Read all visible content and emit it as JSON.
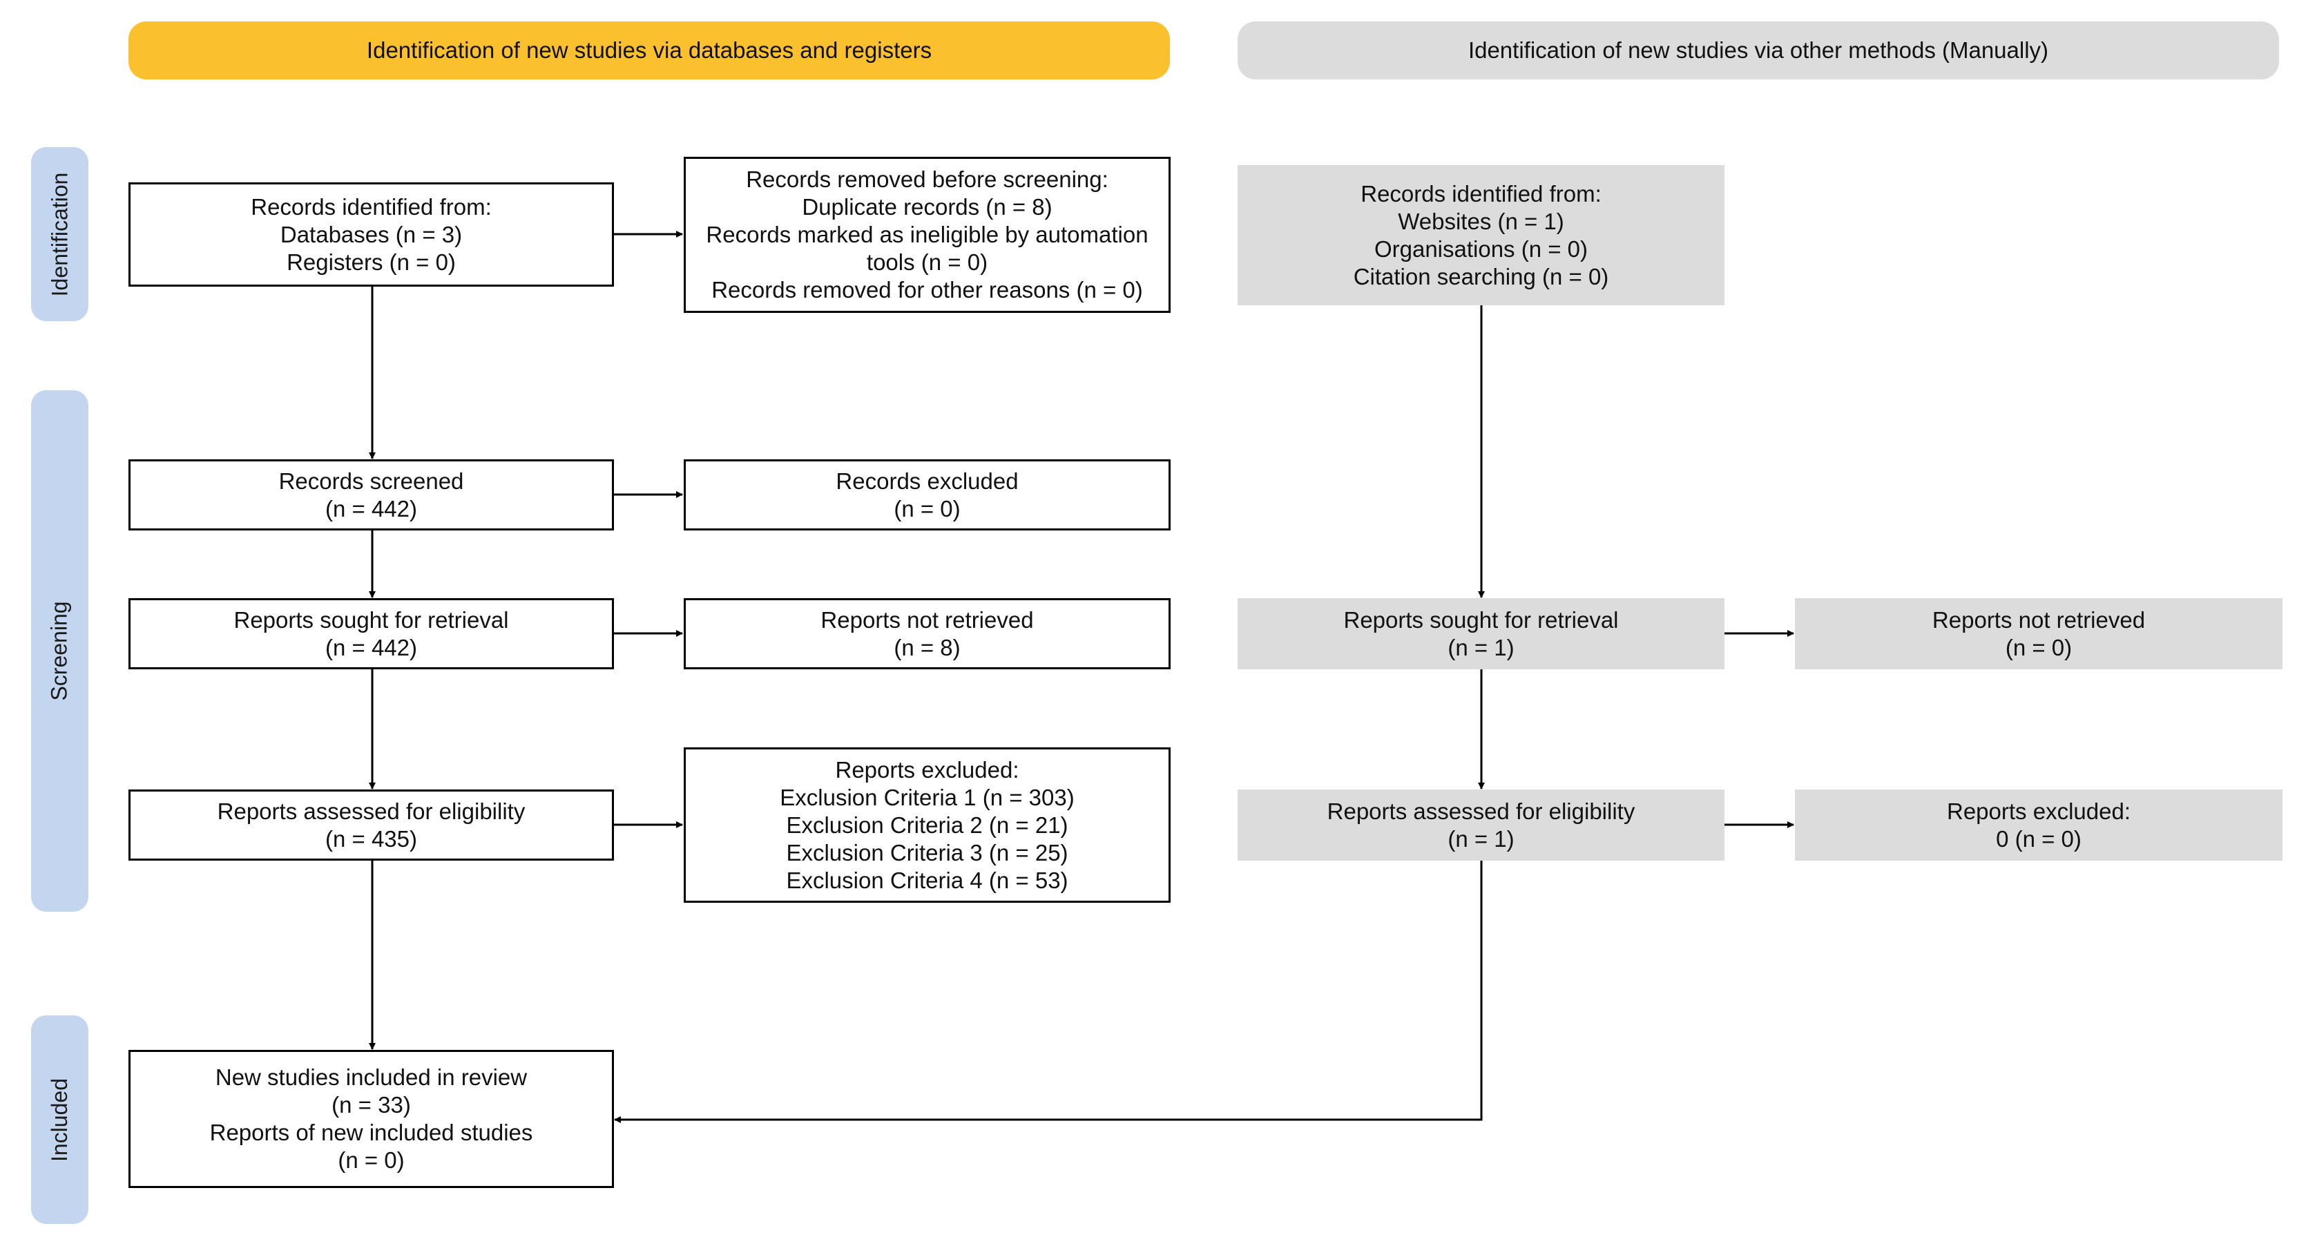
{
  "headers": {
    "databases": "Identification of new studies via databases and registers",
    "other": "Identification of new studies via other methods (Manually)"
  },
  "phases": {
    "identification": "Identification",
    "screening": "Screening",
    "included": "Included"
  },
  "db": {
    "identified": [
      "Records identified from:",
      "Databases (n = 3)",
      "Registers (n = 0)"
    ],
    "removed": [
      "Records removed before screening:",
      "Duplicate records (n = 8)",
      "Records marked as ineligible by automation",
      "tools (n = 0)",
      "Records removed for other reasons (n = 0)"
    ],
    "screened": [
      "Records screened",
      "(n = 442)"
    ],
    "excluded": [
      "Records excluded",
      "(n = 0)"
    ],
    "sought": [
      "Reports sought for retrieval",
      "(n = 442)"
    ],
    "not_retrieved": [
      "Reports not retrieved",
      "(n = 8)"
    ],
    "assessed": [
      "Reports assessed for eligibility",
      "(n = 435)"
    ],
    "reports_excluded": [
      "Reports excluded:",
      "Exclusion Criteria 1 (n = 303)",
      "Exclusion Criteria 2 (n = 21)",
      "Exclusion Criteria 3 (n = 25)",
      "Exclusion Criteria 4 (n = 53)"
    ],
    "included": [
      "New studies included in review",
      "(n = 33)",
      "Reports of new included studies",
      "(n = 0)"
    ]
  },
  "other": {
    "identified": [
      "Records identified from:",
      "Websites (n = 1)",
      "Organisations (n = 0)",
      "Citation searching (n = 0)"
    ],
    "sought": [
      "Reports sought for retrieval",
      "(n = 1)"
    ],
    "not_retrieved": [
      "Reports not retrieved",
      "(n = 0)"
    ],
    "assessed": [
      "Reports assessed for eligibility",
      "(n = 1)"
    ],
    "reports_excluded": [
      "Reports excluded:",
      "0 (n = 0)"
    ]
  },
  "colors": {
    "db_header": "#fbc02d",
    "other_header": "#dcdcdc",
    "phase_label": "#c4d5ef",
    "grey_box": "#dcdcdc"
  }
}
